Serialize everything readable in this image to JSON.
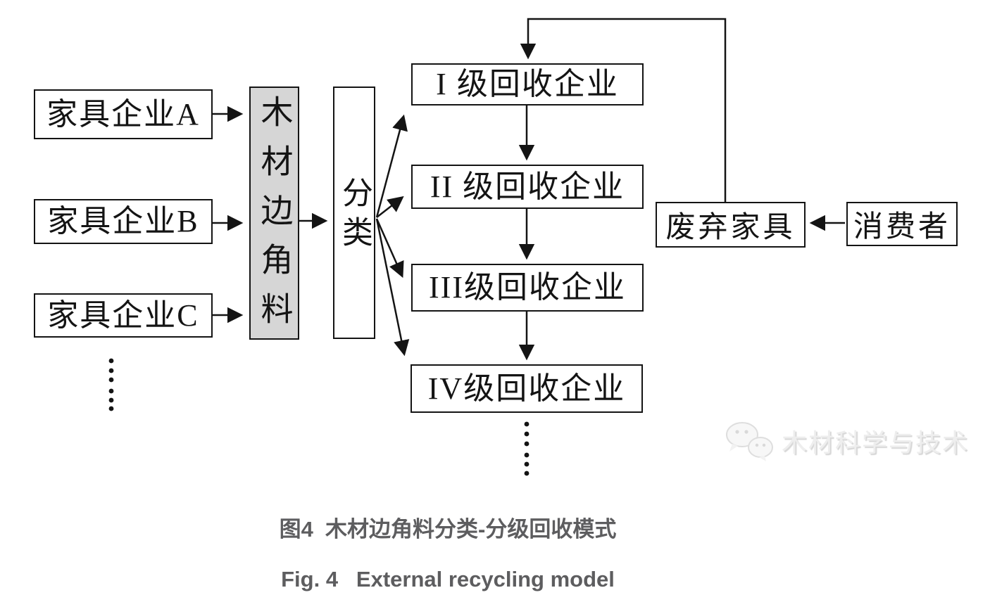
{
  "figure": {
    "sources": [
      {
        "label": "家具企业A"
      },
      {
        "label": "家具企业B"
      },
      {
        "label": "家具企业C"
      }
    ],
    "scrap": {
      "label": "木材边角料"
    },
    "classify": {
      "label": "分类"
    },
    "levels": [
      {
        "label": "I 级回收企业"
      },
      {
        "label": "II 级回收企业"
      },
      {
        "label": "III级回收企业"
      },
      {
        "label": "IV级回收企业"
      }
    ],
    "waste": {
      "label": "废弃家具"
    },
    "consumer": {
      "label": "消费者"
    }
  },
  "watermark": {
    "icon": "wechat-logo",
    "text": "木材科学与技术"
  },
  "captions": {
    "zh": "图4  木材边角料分类-分级回收模式",
    "en": "Fig. 4   External recycling model"
  },
  "colors": {
    "line": "#141414",
    "scrap_fill": "#d6d6d6",
    "caption": "#5d5d5f",
    "watermark": "#e3e3e3"
  }
}
